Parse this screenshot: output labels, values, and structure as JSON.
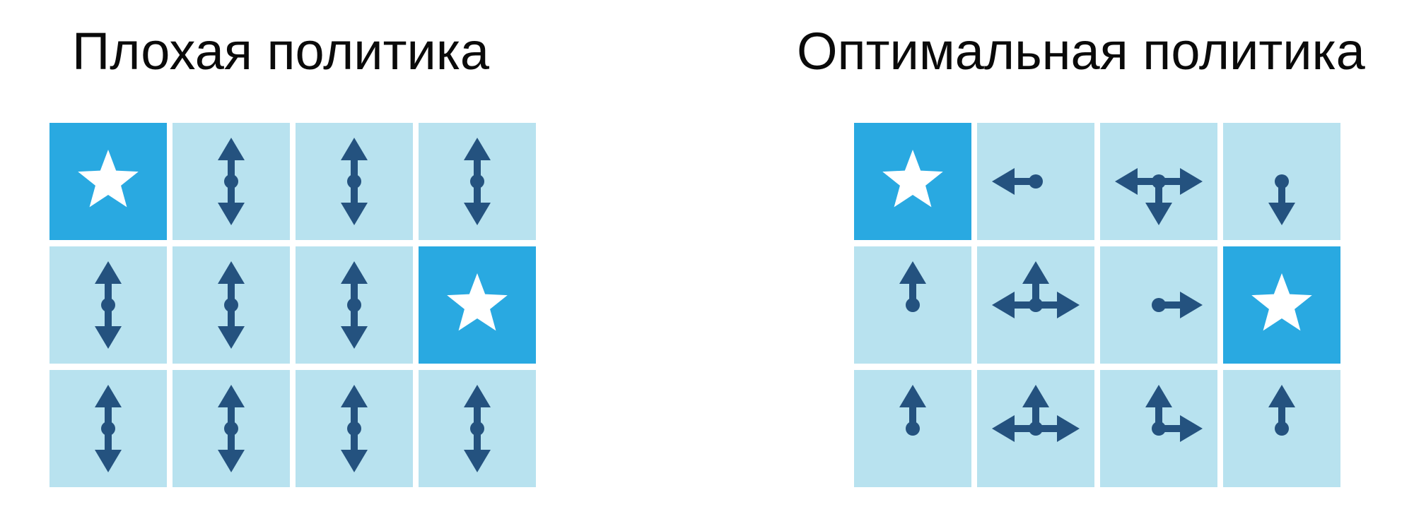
{
  "colors": {
    "cell": "#b8e2ef",
    "goal_cell": "#29a9e1",
    "arrow": "#24527f",
    "star": "#ffffff",
    "title": "#0a0a0a"
  },
  "panels": [
    {
      "id": "bad",
      "title": "Плохая политика",
      "rows": 3,
      "cols": 4,
      "cells": [
        {
          "goal": true,
          "actions": []
        },
        {
          "goal": false,
          "actions": [
            "up",
            "down"
          ]
        },
        {
          "goal": false,
          "actions": [
            "up",
            "down"
          ]
        },
        {
          "goal": false,
          "actions": [
            "up",
            "down"
          ]
        },
        {
          "goal": false,
          "actions": [
            "up",
            "down"
          ]
        },
        {
          "goal": false,
          "actions": [
            "up",
            "down"
          ]
        },
        {
          "goal": false,
          "actions": [
            "up",
            "down"
          ]
        },
        {
          "goal": true,
          "actions": []
        },
        {
          "goal": false,
          "actions": [
            "up",
            "down"
          ]
        },
        {
          "goal": false,
          "actions": [
            "up",
            "down"
          ]
        },
        {
          "goal": false,
          "actions": [
            "up",
            "down"
          ]
        },
        {
          "goal": false,
          "actions": [
            "up",
            "down"
          ]
        }
      ]
    },
    {
      "id": "optimal",
      "title": "Оптимальная политика",
      "rows": 3,
      "cols": 4,
      "cells": [
        {
          "goal": true,
          "actions": []
        },
        {
          "goal": false,
          "actions": [
            "left"
          ]
        },
        {
          "goal": false,
          "actions": [
            "left",
            "right",
            "down"
          ]
        },
        {
          "goal": false,
          "actions": [
            "down"
          ]
        },
        {
          "goal": false,
          "actions": [
            "up"
          ]
        },
        {
          "goal": false,
          "actions": [
            "up",
            "left",
            "right"
          ]
        },
        {
          "goal": false,
          "actions": [
            "right"
          ]
        },
        {
          "goal": true,
          "actions": []
        },
        {
          "goal": false,
          "actions": [
            "up"
          ]
        },
        {
          "goal": false,
          "actions": [
            "up",
            "left",
            "right"
          ]
        },
        {
          "goal": false,
          "actions": [
            "up",
            "right"
          ]
        },
        {
          "goal": false,
          "actions": [
            "up"
          ]
        }
      ]
    }
  ]
}
